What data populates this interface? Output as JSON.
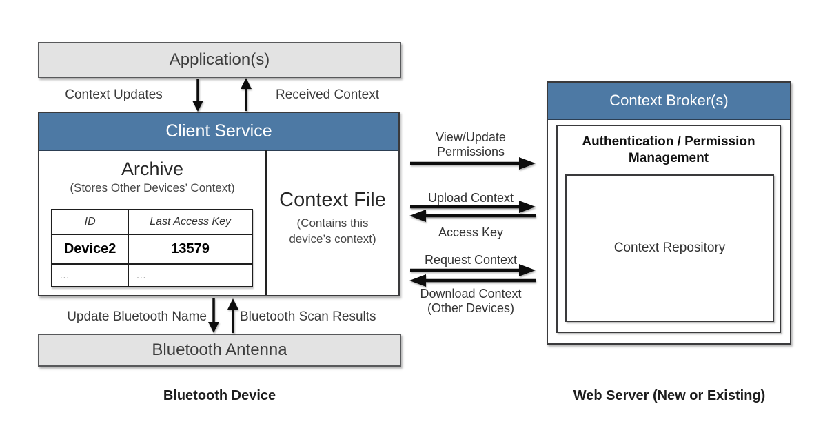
{
  "device": {
    "application_label": "Application(s)",
    "client_service_label": "Client Service",
    "archive": {
      "title": "Archive",
      "subtitle": "(Stores Other Devices’ Context)",
      "table": {
        "headers": [
          "ID",
          "Last Access Key"
        ],
        "rows": [
          [
            "Device2",
            "13579"
          ],
          [
            "…",
            "…"
          ]
        ]
      }
    },
    "context_file": {
      "title": "Context File",
      "subtitle_lines": [
        "(Contains this",
        "device’s context)"
      ]
    },
    "antenna_label": "Bluetooth Antenna",
    "caption": "Bluetooth Device",
    "app_arrows": {
      "down_label": "Context Updates",
      "up_label": "Received Context"
    },
    "antenna_arrows": {
      "down_label": "Update Bluetooth Name",
      "up_label": "Bluetooth Scan Results"
    }
  },
  "server": {
    "broker_label": "Context Broker(s)",
    "auth_label_lines": [
      "Authentication / Permission",
      "Management"
    ],
    "repository_label": "Context Repository",
    "caption": "Web Server (New or Existing)"
  },
  "links": [
    {
      "labels": [
        "View/Update",
        "Permissions"
      ],
      "direction": "right"
    },
    {
      "labels": [
        "Upload Context"
      ],
      "direction": "right"
    },
    {
      "labels": [
        "Access Key"
      ],
      "direction": "left"
    },
    {
      "labels": [
        "Request Context"
      ],
      "direction": "right"
    },
    {
      "labels": [
        "Download Context",
        "(Other Devices)"
      ],
      "direction": "left"
    }
  ],
  "colors": {
    "header_blue": "#4d79a4",
    "box_gray": "#e3e3e3",
    "border_dark": "#3a3a3c",
    "arrow_black": "#0d0d0d"
  }
}
